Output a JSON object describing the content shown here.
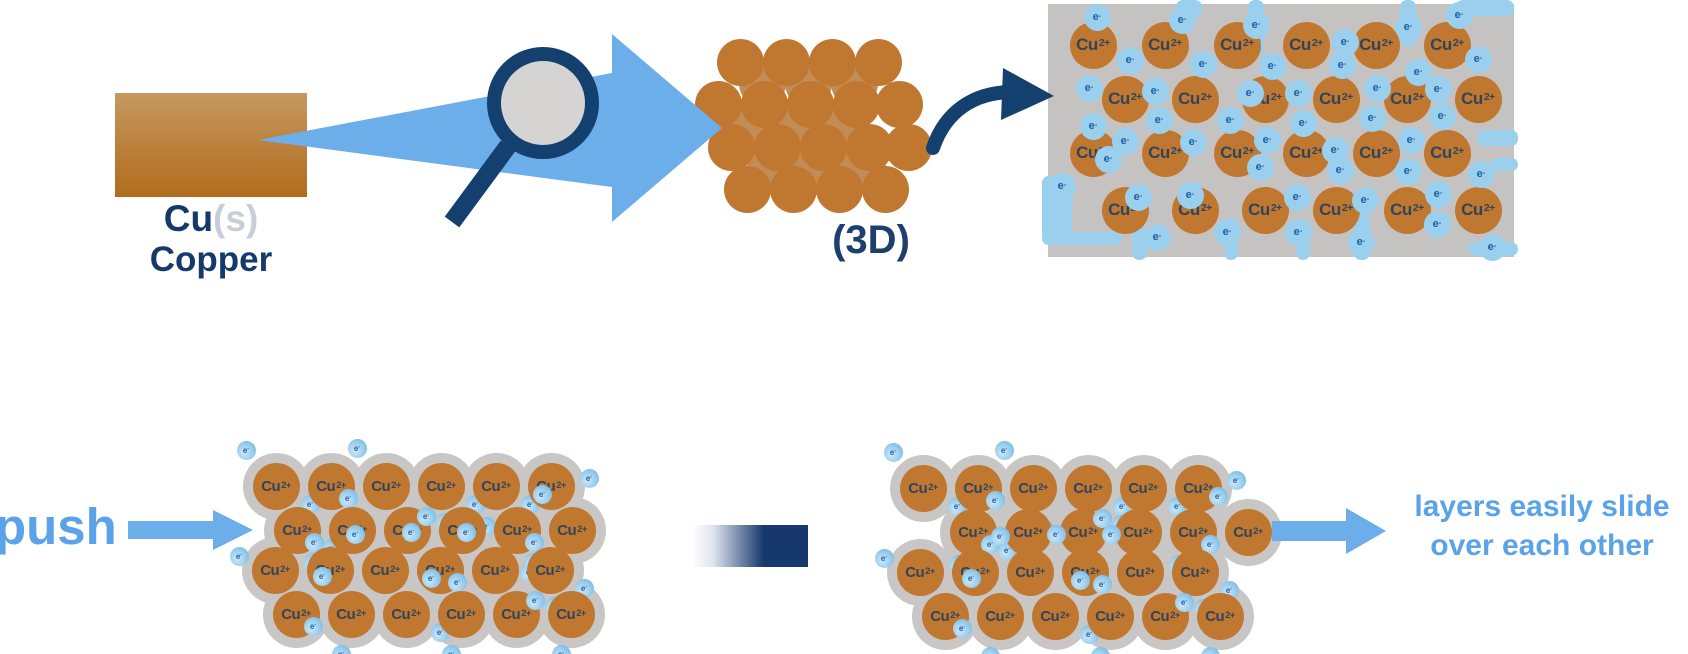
{
  "scene": {
    "copper_block": {
      "symbol": "Cu",
      "state": "(s)",
      "name": "Copper"
    },
    "cluster_label": "(3D)",
    "push_label": "push",
    "slide_caption": [
      "layers easily slide",
      "over each other"
    ],
    "ion": {
      "symbol": "Cu",
      "charge": "2+"
    },
    "electron": {
      "symbol": "e",
      "charge": "-"
    },
    "zoom_panel": {
      "rows": 4,
      "cols": 6
    },
    "lattice_before": {
      "rows": 4,
      "cols": 6
    },
    "lattice_after": {
      "rows": 4,
      "cols": 6
    },
    "colors": {
      "copper": "#C0772F",
      "copper_back": "#C28C56",
      "copper_block_top": "#C69961",
      "copper_block_bottom": "#B06D1D",
      "panel_gray": "#C5C3C1",
      "halo_gray": "#C8C7C5",
      "lens_gray": "#D5D4D2",
      "navy": "#14406F",
      "text_navy": "#16396B",
      "ion_text": "#30455C",
      "electron_blue": "#9ACFEE",
      "electron_blue_dark": "#66AFDF",
      "electron_text": "#1E5FA4",
      "arrow_blue": "#6CAEE9",
      "caption_blue": "#5BA3E8",
      "state_gray": "#C9CDD8"
    }
  }
}
